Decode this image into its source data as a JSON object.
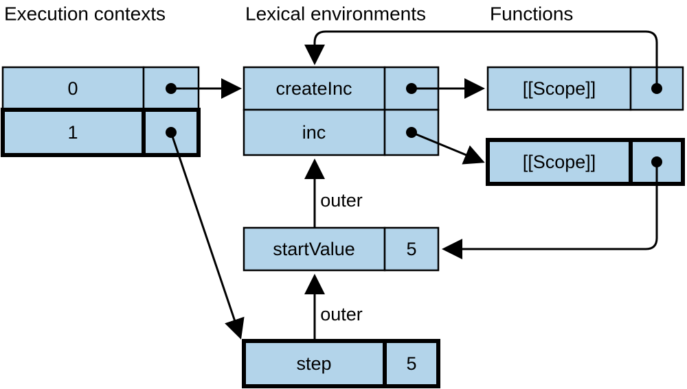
{
  "headers": {
    "execution_contexts": "Execution contexts",
    "lexical_environments": "Lexical environments",
    "functions": "Functions"
  },
  "execution_contexts": [
    {
      "label": "0"
    },
    {
      "label": "1"
    }
  ],
  "lexical_environments": {
    "global": {
      "rows": [
        {
          "name": "createInc"
        },
        {
          "name": "inc"
        }
      ]
    },
    "start_value_env": {
      "name": "startValue",
      "value": "5"
    },
    "step_env": {
      "name": "step",
      "value": "5"
    }
  },
  "functions": [
    {
      "label": "[[Scope]]"
    },
    {
      "label": "[[Scope]]"
    }
  ],
  "edge_labels": {
    "outer_upper": "outer",
    "outer_lower": "outer"
  }
}
